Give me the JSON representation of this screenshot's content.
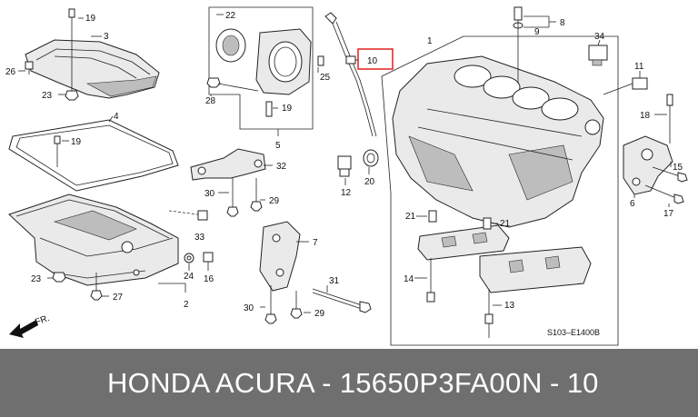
{
  "callouts": {
    "c1": "1",
    "c2": "2",
    "c3": "3",
    "c4": "4",
    "c5": "5",
    "c6": "6",
    "c7": "7",
    "c8": "8",
    "c9": "9",
    "c10": "10",
    "c11": "11",
    "c12": "12",
    "c13": "13",
    "c14": "14",
    "c15": "15",
    "c16": "16",
    "c17": "17",
    "c18": "18",
    "c19a": "19",
    "c19b": "19",
    "c19c": "19",
    "c20": "20",
    "c21a": "21",
    "c21b": "21",
    "c22": "22",
    "c23a": "23",
    "c23b": "23",
    "c24": "24",
    "c25": "25",
    "c26": "26",
    "c27": "27",
    "c28": "28",
    "c29a": "29",
    "c29b": "29",
    "c30a": "30",
    "c30b": "30",
    "c31": "31",
    "c32": "32",
    "c33": "33",
    "c34": "34"
  },
  "fr_label": "FR.",
  "diagram_code": "S103–E1400B",
  "highlight_color": "#e02020",
  "footer": {
    "title": "HONDA ACURA - 15650P3FA00",
    "ref": "N - 10"
  }
}
